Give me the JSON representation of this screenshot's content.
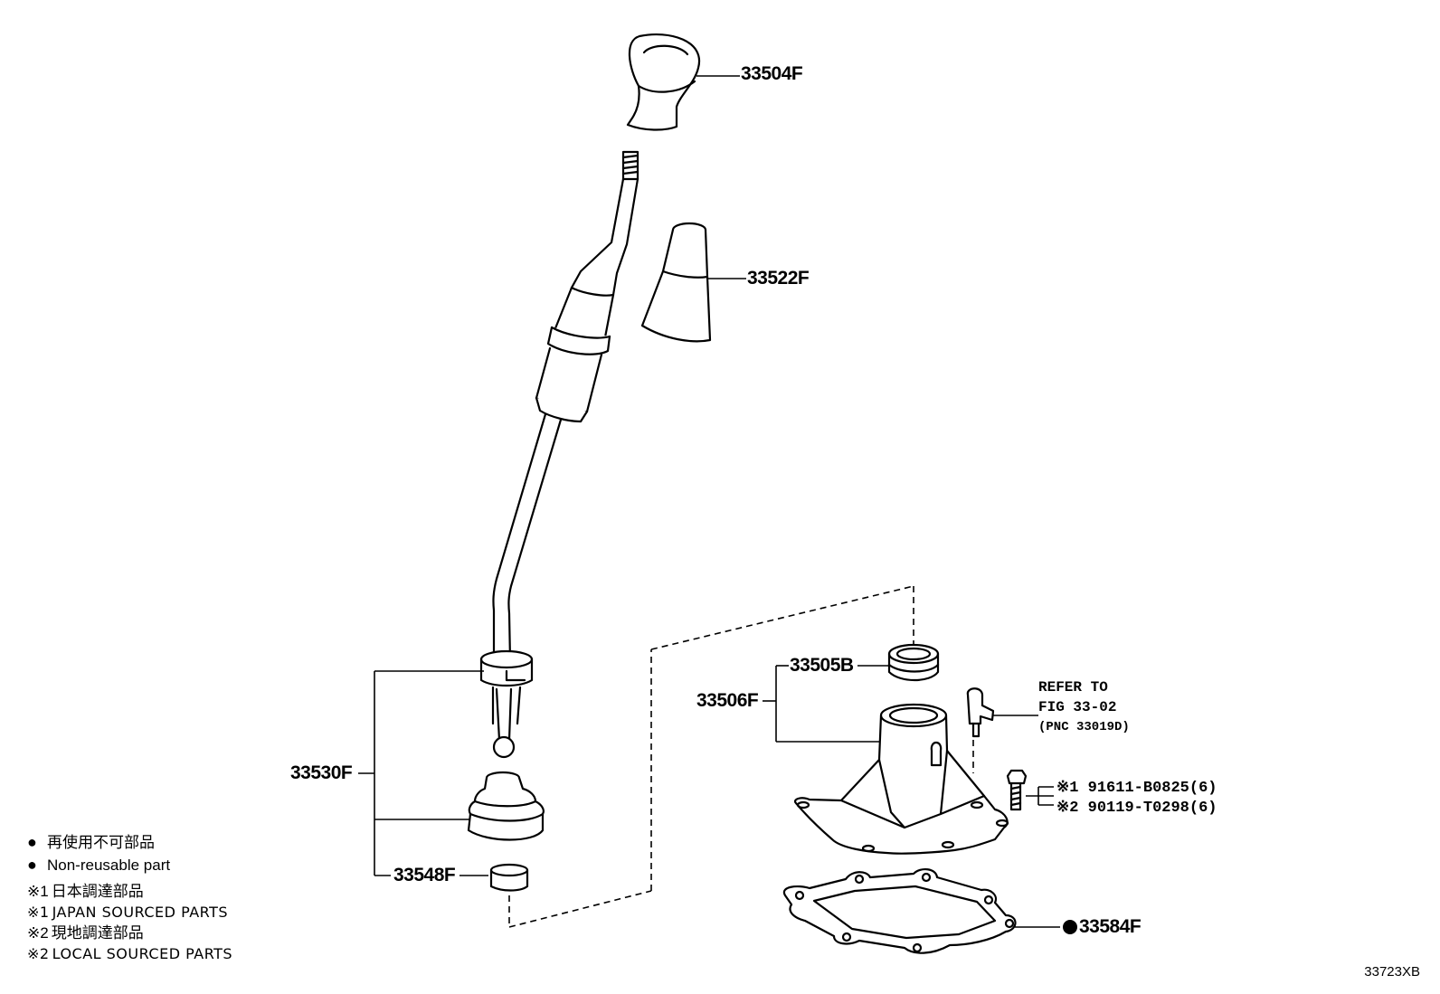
{
  "parts": {
    "knob": "33504F",
    "boot_upper": "33522F",
    "lever_assy": "33530F",
    "bushing": "33548F",
    "housing_assy": "33506F",
    "seal": "33505B",
    "gasket": "33584F"
  },
  "refer": {
    "line1": "REFER TO",
    "line2": "FIG 33-02",
    "line3": "(PNC 33019D)"
  },
  "bolts": {
    "note1_mark": "※1",
    "note1": "91611-B0825(6)",
    "note2_mark": "※2",
    "note2": "90119-T0298(6)"
  },
  "legend": {
    "dot_symbol": "●",
    "jp_nonreusable": "再使用不可部品",
    "en_nonreusable": "Non-reusable part",
    "mark1": "※1",
    "jp_japan": "日本調達部品",
    "en_japan": "JAPAN SOURCED PARTS",
    "mark2": "※2",
    "jp_local": "現地調達部品",
    "en_local": "LOCAL SOURCED PARTS"
  },
  "figure_code": "33723XB"
}
